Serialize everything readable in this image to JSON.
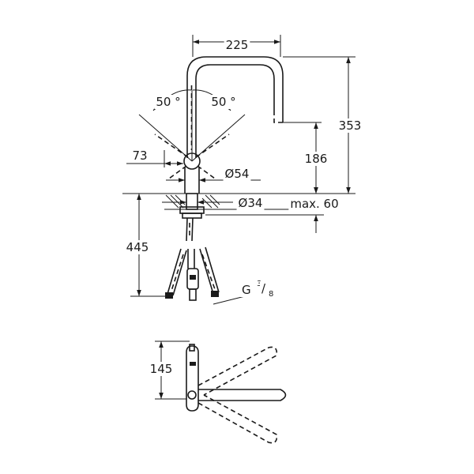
{
  "dimensions": {
    "spout_reach": "225",
    "total_height": "353",
    "outlet_height": "186",
    "swivel_left": "50 °",
    "swivel_right": "50 °",
    "handle_offset": "73",
    "body_diameter": "Ø54",
    "hole_diameter": "Ø34",
    "deck_thickness": "max. 60",
    "hose_length": "445",
    "connection": "G",
    "connection_num": "3",
    "connection_den": "8",
    "top_view_depth": "145"
  }
}
